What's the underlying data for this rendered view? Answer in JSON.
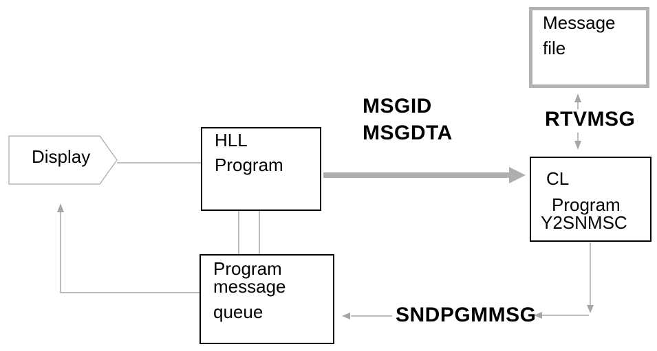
{
  "nodes": {
    "display": {
      "label": "Display"
    },
    "hll_program": {
      "line1": "HLL",
      "line2": "Program"
    },
    "program_message_queue": {
      "line1": "Program",
      "line2": "message",
      "line3": "queue"
    },
    "cl_program": {
      "line1": "CL",
      "line2": "Program",
      "line3": "Y2SNMSC"
    },
    "message_file": {
      "line1": "Message",
      "line2": "file"
    }
  },
  "labels": {
    "msgid": "MSGID",
    "msgdta": "MSGDTA",
    "rtvmsg": "RTVMSG",
    "sndpgmmsg": "SNDPGMMSG"
  },
  "colors": {
    "connector_gray": "#a6a6a6",
    "thick_arrow_gray": "#aeaeae",
    "box_border_black": "#000000",
    "message_file_border_gray": "#b2b2b2",
    "display_border_gray": "#a8a8a8",
    "text_black": "#000000",
    "background": "#ffffff"
  }
}
